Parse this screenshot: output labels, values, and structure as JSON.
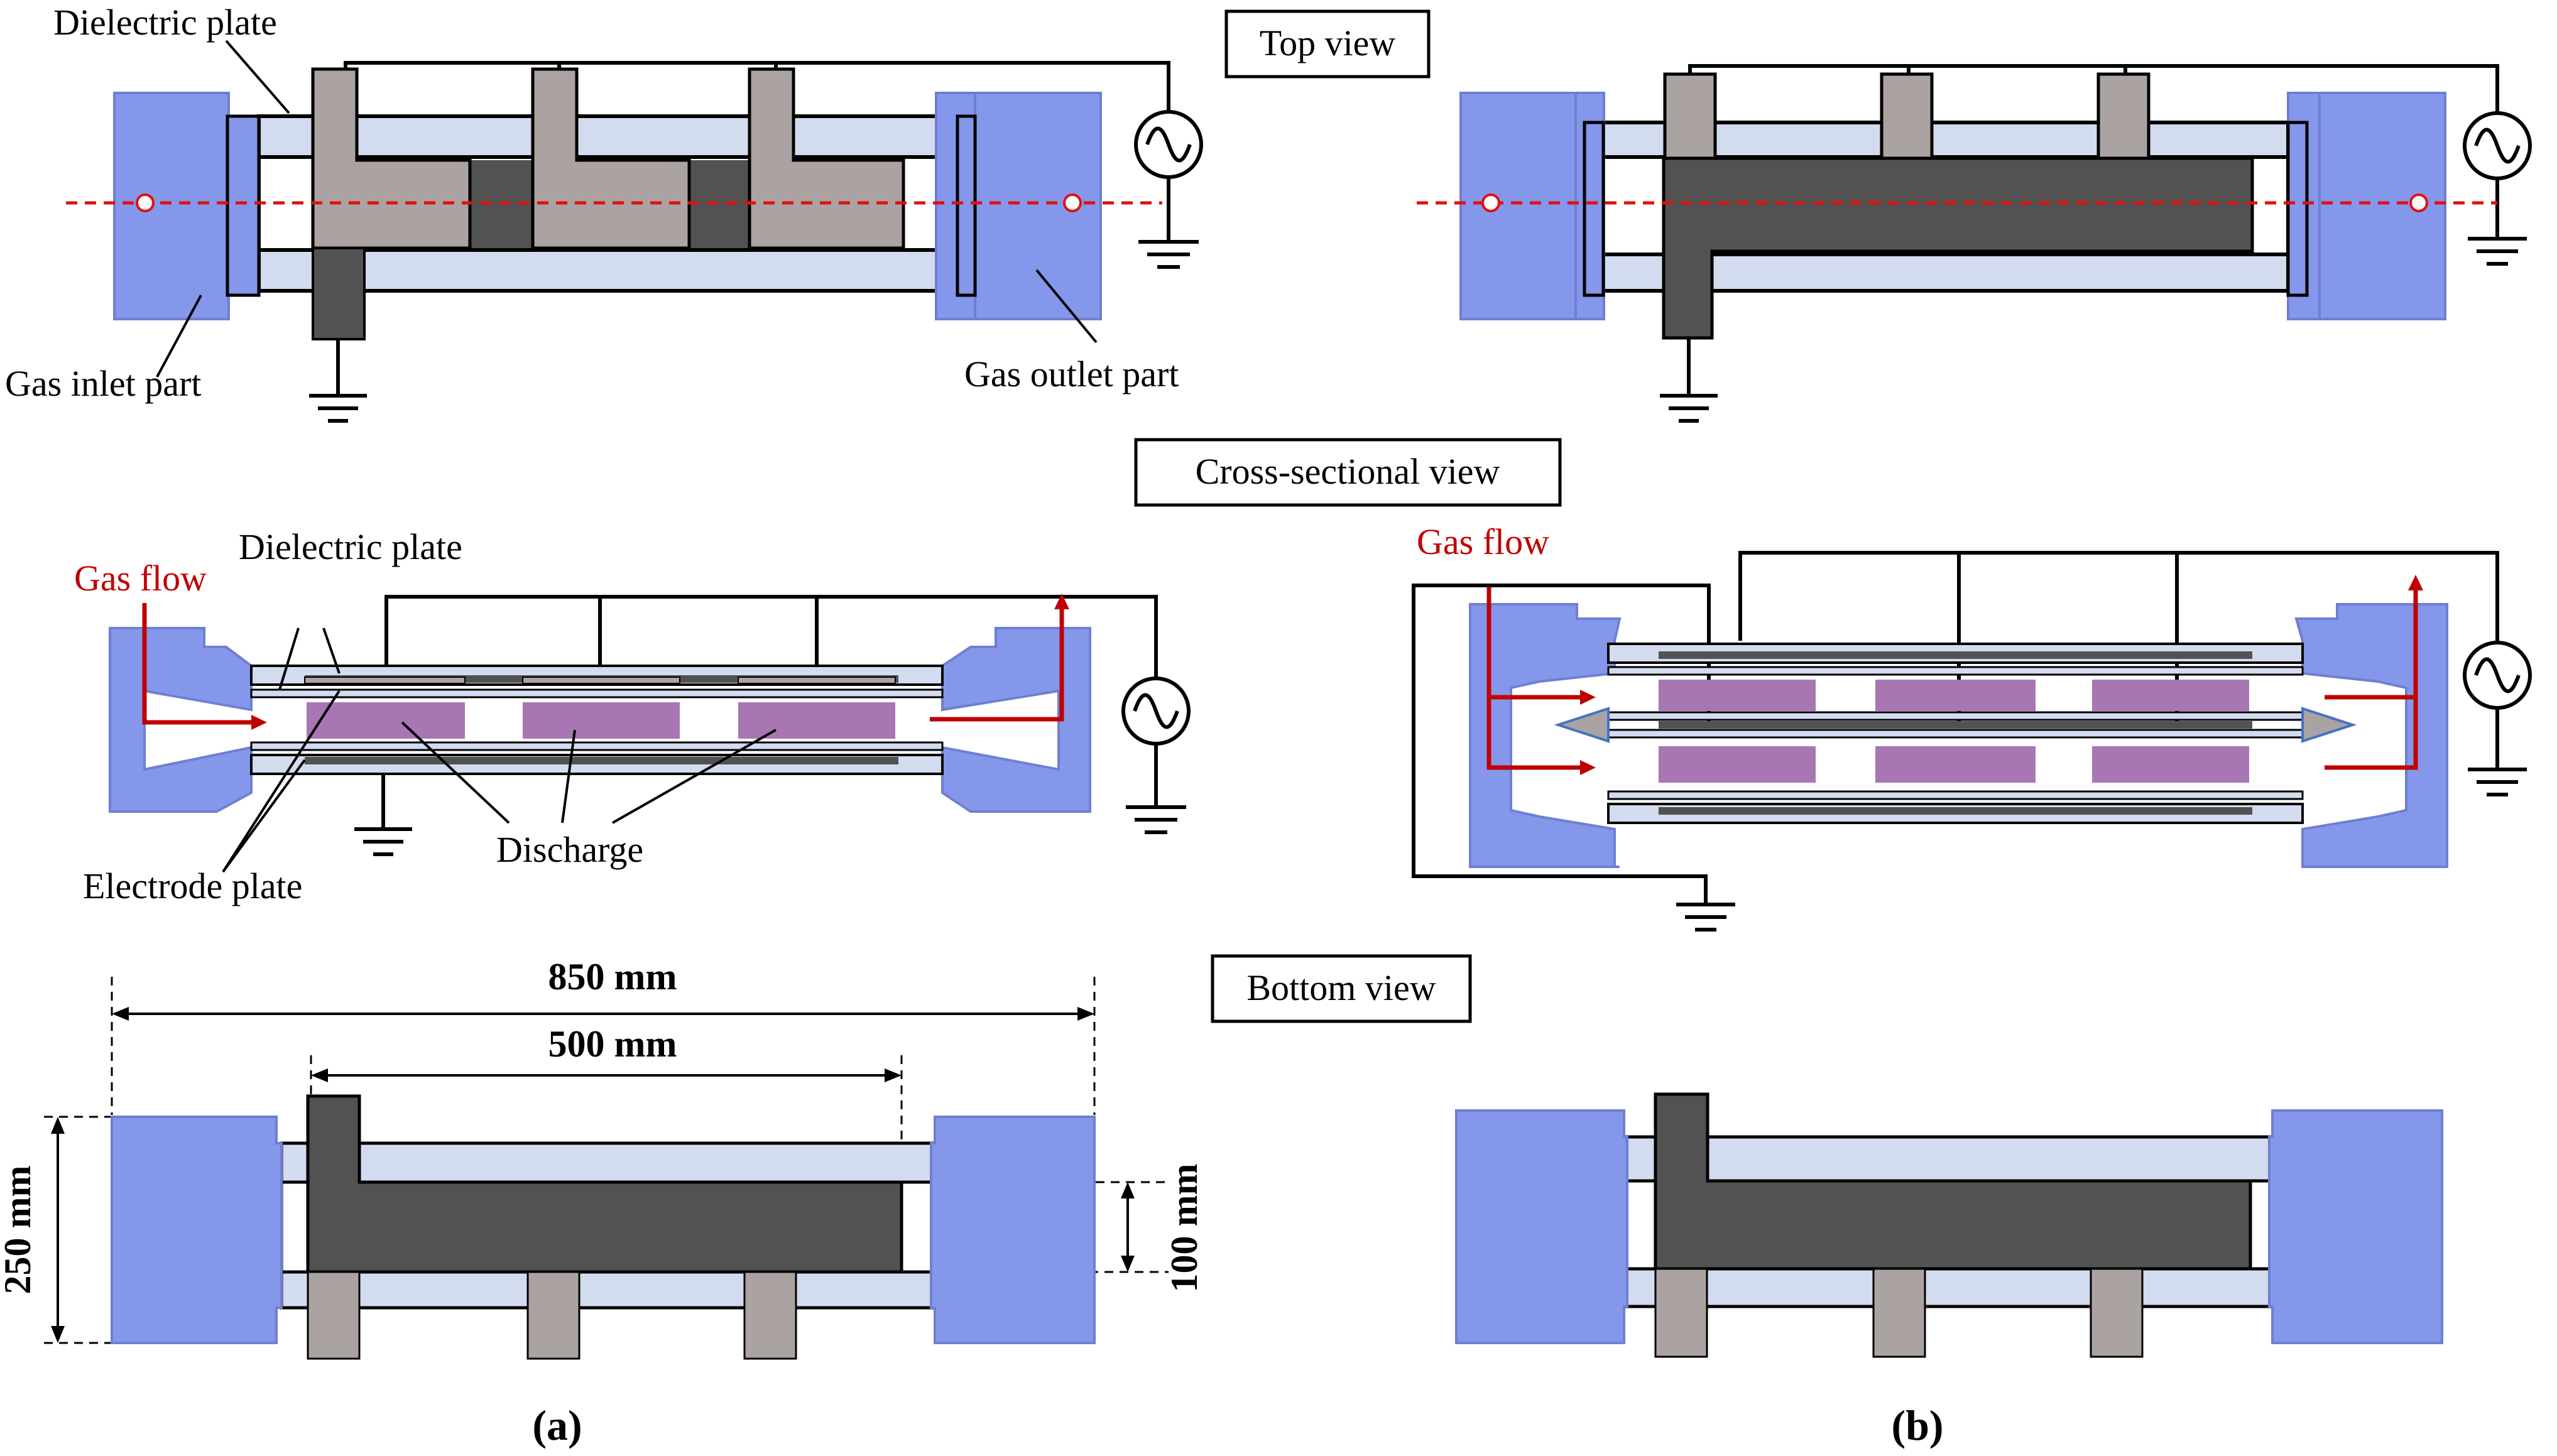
{
  "view_titles": {
    "top": "Top view",
    "cross": "Cross-sectional view",
    "bottom": "Bottom view"
  },
  "callouts": {
    "dielectric_plate_top": "Dielectric plate",
    "gas_inlet": "Gas inlet part",
    "gas_outlet": "Gas outlet part",
    "gas_flow_a": "Gas flow",
    "dielectric_plate_cross": "Dielectric plate",
    "discharge": "Discharge",
    "electrode_plate": "Electrode plate",
    "gas_flow_b": "Gas flow"
  },
  "dimensions": {
    "total_length": "850 mm",
    "electrode_length": "500 mm",
    "height": "250 mm",
    "gap": "100 mm"
  },
  "panel_labels": {
    "a": "(a)",
    "b": "(b)"
  },
  "colors": {
    "blue_part": "#8497eb",
    "light_plate": "#d3dbef",
    "gray_electrode": "#aaa3a1",
    "dark_electrode": "#525252",
    "discharge": "#a876b3",
    "red": "#c00000"
  }
}
